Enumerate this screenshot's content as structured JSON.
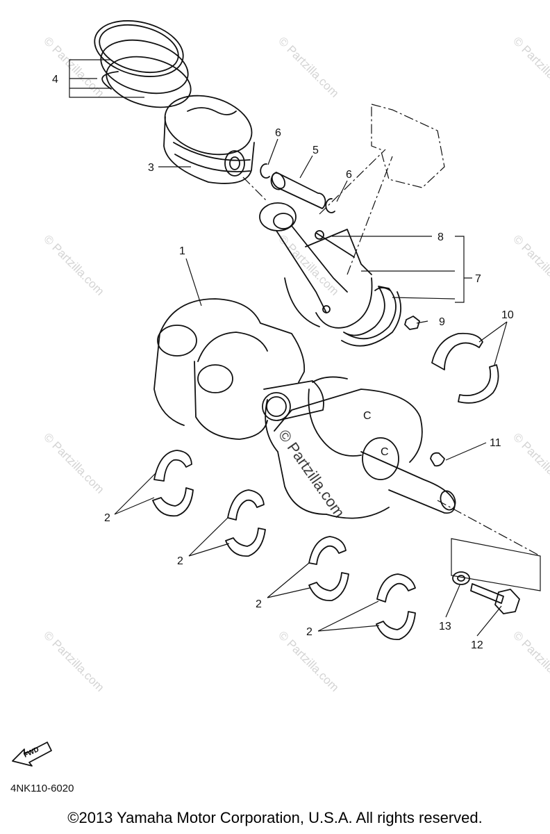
{
  "diagram": {
    "callouts": [
      {
        "id": "1",
        "text": "1"
      },
      {
        "id": "2a",
        "text": "2"
      },
      {
        "id": "2b",
        "text": "2"
      },
      {
        "id": "2c",
        "text": "2"
      },
      {
        "id": "2d",
        "text": "2"
      },
      {
        "id": "3",
        "text": "3"
      },
      {
        "id": "4",
        "text": "4"
      },
      {
        "id": "5",
        "text": "5"
      },
      {
        "id": "6a",
        "text": "6"
      },
      {
        "id": "6b",
        "text": "6"
      },
      {
        "id": "7",
        "text": "7"
      },
      {
        "id": "8",
        "text": "8"
      },
      {
        "id": "9",
        "text": "9"
      },
      {
        "id": "10",
        "text": "10"
      },
      {
        "id": "11",
        "text": "11"
      },
      {
        "id": "12",
        "text": "12"
      },
      {
        "id": "13",
        "text": "13"
      }
    ],
    "crank_marks": [
      "C",
      "C"
    ],
    "fwd_label": "FWD",
    "watermark": "© Partzilla.com",
    "center_watermark": "© Partzilla.com"
  },
  "footer": {
    "diagram_code": "4NK110-6020",
    "copyright": "©2013 Yamaha Motor Corporation, U.S.A. All rights reserved."
  }
}
